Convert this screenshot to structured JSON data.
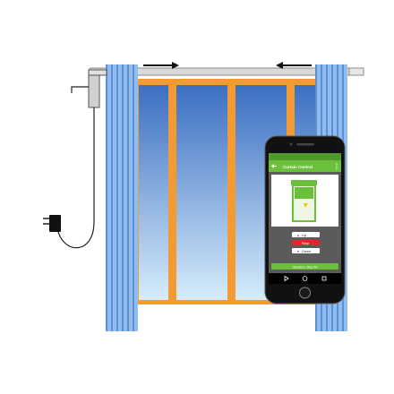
{
  "colors": {
    "window_frame": "#f39a33",
    "glass_top": "#3b6fc2",
    "glass_bottom": "#d6ecfb",
    "curtain": "#8fbdf0",
    "curtain_shade": "#5f8fd0",
    "rail": "#d9d9d9",
    "phone_body": "#111111",
    "app_bar": "#6abf3b",
    "stop_button": "#e2262b",
    "motor": "#c8c8c8"
  },
  "arrows": {
    "left_direction": "right",
    "right_direction": "left"
  },
  "phone": {
    "app": {
      "title": "Curtain Control",
      "back_icon": "arrow-left-icon",
      "menu_icon": "more-vert-icon",
      "buttons": {
        "up": "Up",
        "stop": "Stop",
        "down": "Down"
      },
      "bottom_bar": "Operation: Stop 0%"
    },
    "nav_icons": [
      "back-triangle-icon",
      "home-circle-icon",
      "recents-square-icon"
    ]
  }
}
